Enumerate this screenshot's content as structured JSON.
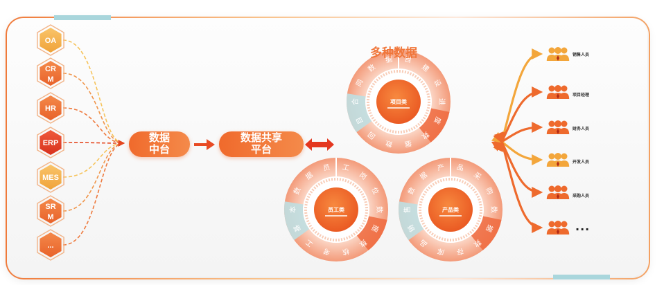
{
  "sources": [
    "OA",
    "CRM",
    "HR",
    "ERP",
    "MES",
    "SRM",
    "..."
  ],
  "hub": {
    "line1": "数据",
    "line2": "中台"
  },
  "share": {
    "line1": "数据共享",
    "line2": "平台"
  },
  "multi_title": "多种数据",
  "wheels": [
    {
      "center": "项目类",
      "ring": [
        "目",
        "建",
        "设",
        "进",
        "度",
        "数",
        "据",
        "数",
        "回",
        "目",
        "合",
        "同",
        "数",
        "据"
      ]
    },
    {
      "center": "员工类",
      "ring": [
        "工",
        "岗",
        "位",
        "数",
        "据",
        "数",
        "核",
        "考",
        "工",
        "基",
        "本",
        "数",
        "据",
        "员"
      ]
    },
    {
      "center": "产品类",
      "ring": [
        "品",
        "采",
        "购",
        "数",
        "据",
        "数",
        "存",
        "库",
        "品",
        "销",
        "售",
        "数",
        "据",
        "产"
      ]
    }
  ],
  "roles": [
    "销售人员",
    "项目经理",
    "财务人员",
    "开发人员",
    "采购人员",
    "..."
  ],
  "colors": {
    "accent": "#f06a2c",
    "accent_light": "#f8b26a",
    "teal": "#a9d6dc"
  }
}
